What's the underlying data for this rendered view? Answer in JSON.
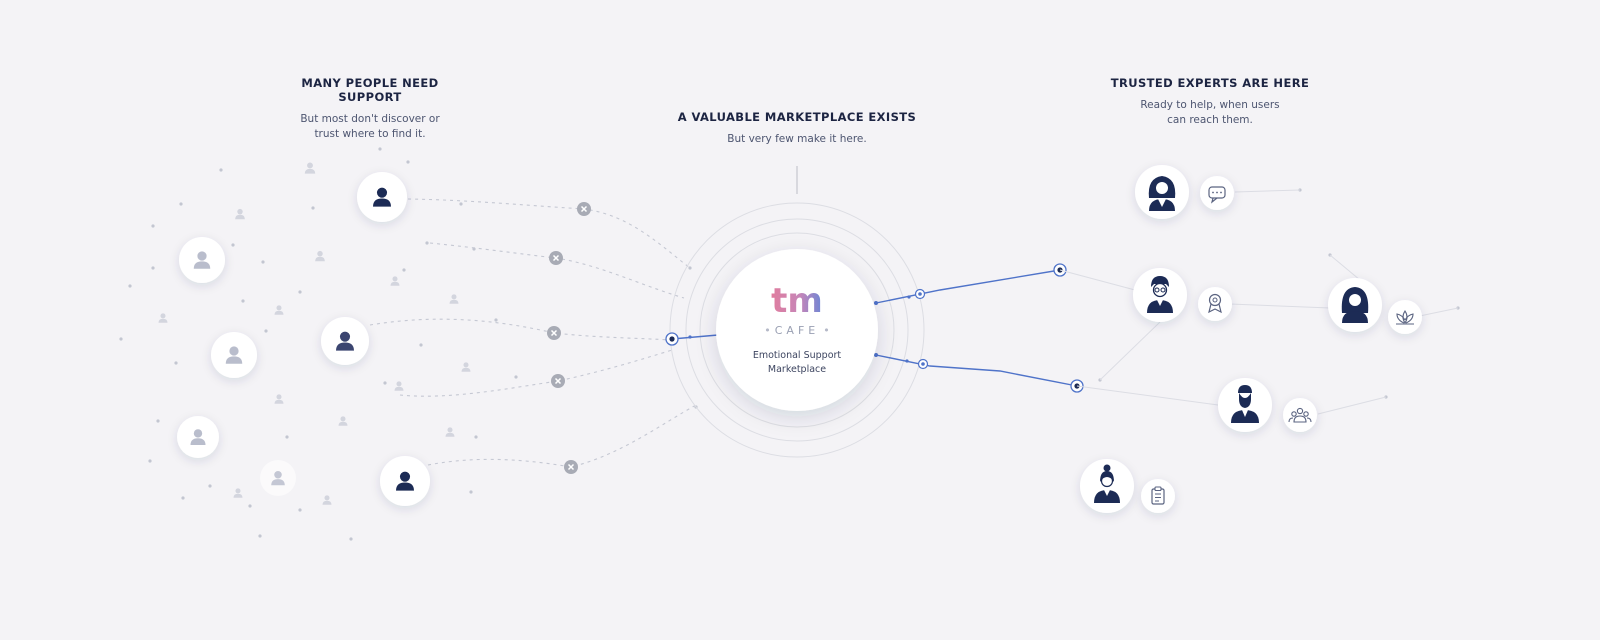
{
  "left_caption": {
    "title": "MANY PEOPLE NEED SUPPORT",
    "subtitle": "But most don't discover or trust where to find it."
  },
  "center_caption": {
    "title": "A VALUABLE MARKETPLACE EXISTS",
    "subtitle": "But very few make it here."
  },
  "right_caption": {
    "title": "TRUSTED EXPERTS ARE HERE",
    "subtitle": "Ready to help, when users can reach them."
  },
  "hub": {
    "logo_text": "tm",
    "brand": "CAFE",
    "label": "Emotional Support Marketplace"
  },
  "colors": {
    "background": "#f4f3f6",
    "navy": "#1c2b55",
    "faded_person": "#b9bdcc",
    "accent_blue": "#4f73c9",
    "logo_pink": "#e07d9e",
    "logo_blue": "#6b86d6",
    "x_marker": "#a8abb5"
  },
  "experts": [
    {
      "icon": "chat-bubble-icon"
    },
    {
      "icon": "award-badge-icon"
    },
    {
      "icon": "lotus-icon"
    },
    {
      "icon": "group-icon"
    },
    {
      "icon": "clipboard-icon"
    }
  ]
}
